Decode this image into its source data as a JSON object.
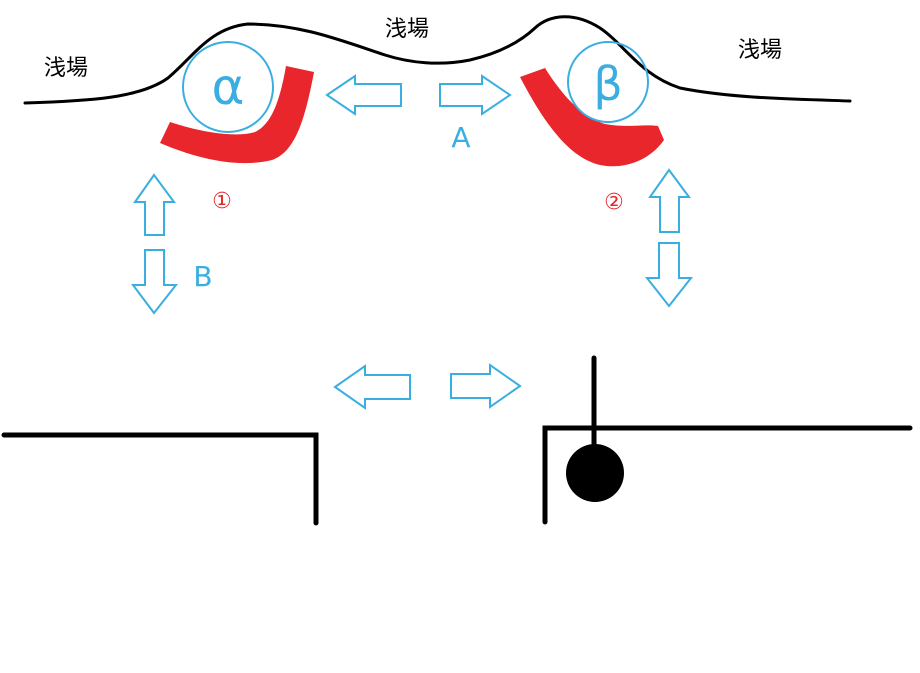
{
  "labels": {
    "shoal_left": "浅場",
    "shoal_center": "浅場",
    "shoal_right": "浅場",
    "alpha": "α",
    "beta": "β",
    "arrow_a": "A",
    "arrow_b": "B",
    "spot_1": "①",
    "spot_2": "②"
  },
  "colors": {
    "line": "#000000",
    "structure": "#e8262b",
    "arrow": "#3aaee0"
  },
  "icons": {
    "marker": "filled-circle"
  }
}
